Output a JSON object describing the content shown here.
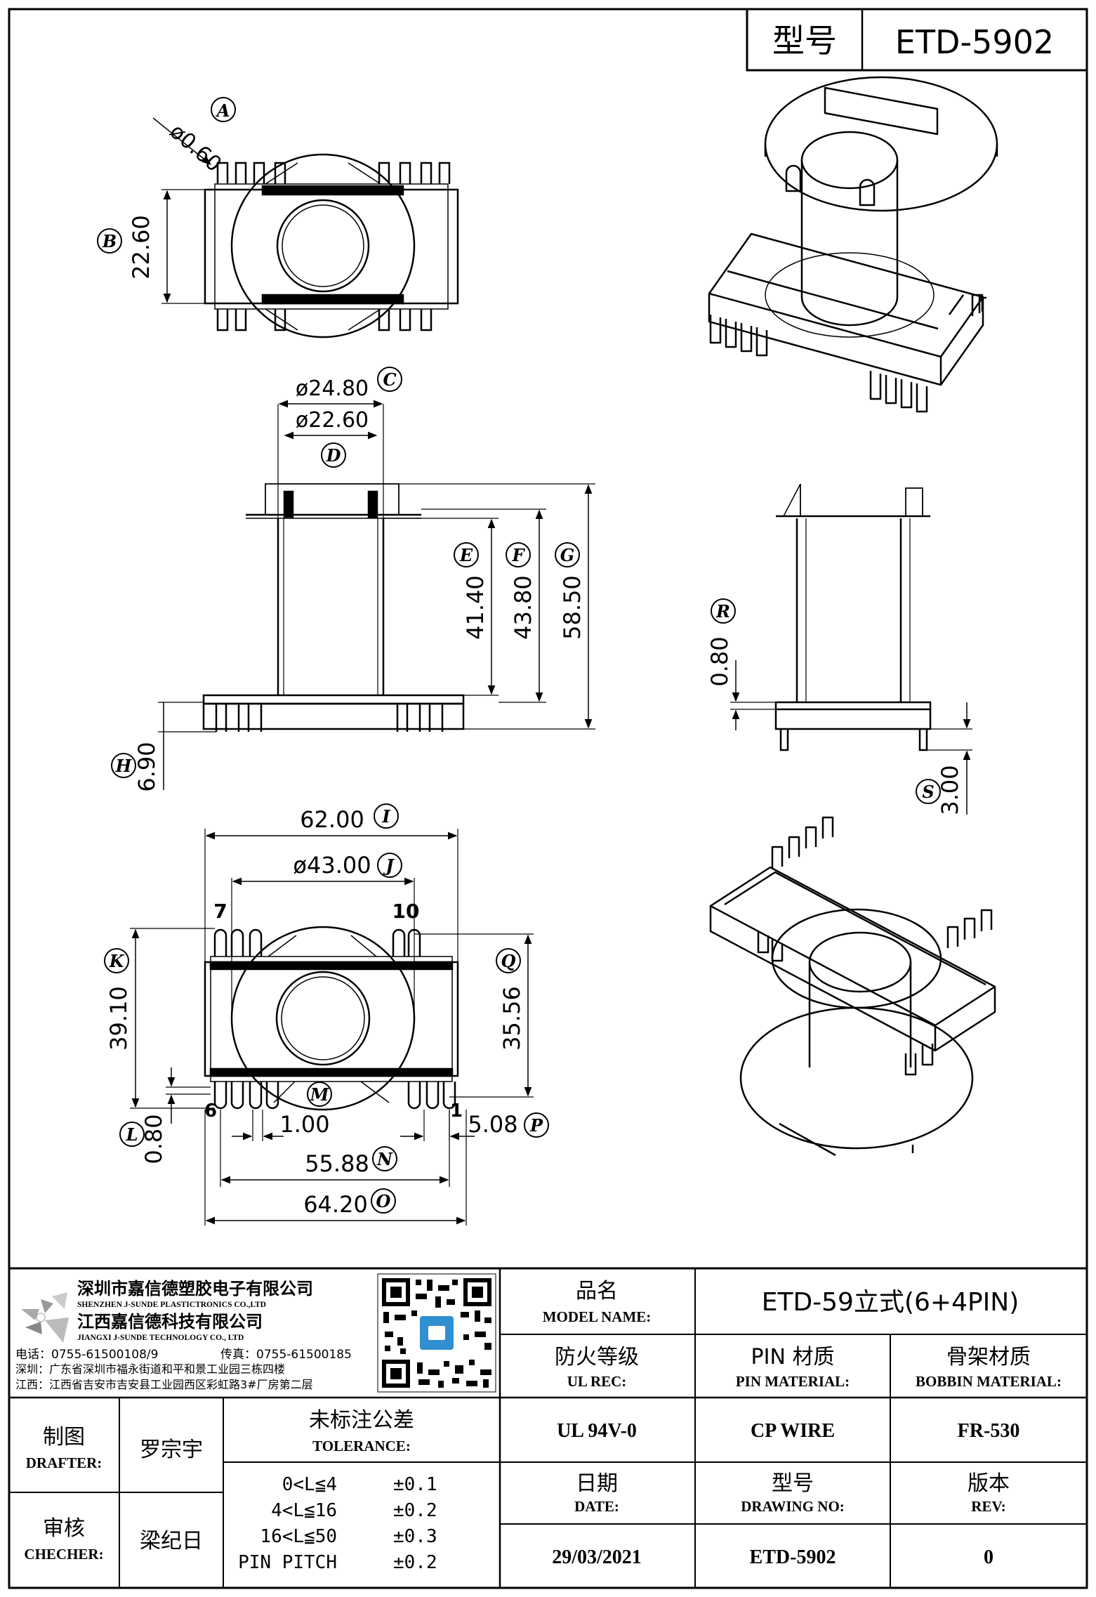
{
  "header": {
    "model_label": "型号",
    "model_value": "ETD-5902"
  },
  "dimensions": {
    "A": {
      "letter": "A",
      "value": "ø0.60"
    },
    "B": {
      "letter": "B",
      "value": "22.60"
    },
    "C": {
      "letter": "C",
      "value": "ø24.80"
    },
    "D": {
      "letter": "D",
      "value": "ø22.60"
    },
    "E": {
      "letter": "E",
      "value": "41.40"
    },
    "F": {
      "letter": "F",
      "value": "43.80"
    },
    "G": {
      "letter": "G",
      "value": "58.50"
    },
    "H": {
      "letter": "H",
      "value": "6.90"
    },
    "R": {
      "letter": "R",
      "value": "0.80"
    },
    "S": {
      "letter": "S",
      "value": "3.00"
    },
    "I": {
      "letter": "I",
      "value": "62.00"
    },
    "J": {
      "letter": "J",
      "value": "ø43.00"
    },
    "K": {
      "letter": "K",
      "value": "39.10"
    },
    "Q": {
      "letter": "Q",
      "value": "35.56"
    },
    "L": {
      "letter": "L",
      "value": "0.80"
    },
    "M": {
      "letter": "M",
      "value": "1.00"
    },
    "N": {
      "letter": "N",
      "value": "55.88"
    },
    "O": {
      "letter": "O",
      "value": "64.20"
    },
    "P": {
      "letter": "P",
      "value": "5.08"
    }
  },
  "pins": {
    "p7": "7",
    "p10": "10",
    "p6": "6",
    "p1": "1"
  },
  "company": {
    "name_sz": "深圳市嘉信德塑胶电子有限公司",
    "name_sz_en": "SHENZHEN J-SUNDE PLASTICTRONICS CO.,LTD",
    "name_jx": "江西嘉信德科技有限公司",
    "name_jx_en": "JIANGXI J-SUNDE TECHNOLOGY CO., LTD",
    "phone": "电话：0755-61500108/9",
    "fax": "传真：0755-61500185",
    "addr_sz": "深圳：广东省深圳市福永街道和平和景工业园三栋四楼",
    "addr_jx": "江西：江西省吉安市吉安县工业园西区彩虹路3#厂房第二层"
  },
  "title_block": {
    "product_name_cn": "品名",
    "product_name_en": "MODEL NAME:",
    "product_name_value": "ETD-59立式(6+4PIN)",
    "ul_cn": "防火等级",
    "ul_en": "UL REC:",
    "ul_value": "UL 94V-0",
    "pin_mat_cn": "PIN 材质",
    "pin_mat_en": "PIN MATERIAL:",
    "pin_mat_value": "CP WIRE",
    "bobbin_mat_cn": "骨架材质",
    "bobbin_mat_en": "BOBBIN MATERIAL:",
    "bobbin_mat_value": "FR-530",
    "drafter_cn": "制图",
    "drafter_en": "DRAFTER:",
    "drafter_value": "罗宗宇",
    "checker_cn": "审核",
    "checker_en": "CHECHER:",
    "checker_value": "梁纪日",
    "tolerance_cn": "未标注公差",
    "tolerance_en": "TOLERANCE:",
    "tolerance_rows": [
      {
        "range": "0<L≦4",
        "value": "±0.1"
      },
      {
        "range": "4<L≦16",
        "value": "±0.2"
      },
      {
        "range": "16<L≦50",
        "value": "±0.3"
      },
      {
        "range": "PIN PITCH",
        "value": "±0.2"
      }
    ],
    "date_cn": "日期",
    "date_en": "DATE:",
    "date_value": "29/03/2021",
    "drawing_no_cn": "型号",
    "drawing_no_en": "DRAWING NO:",
    "drawing_no_value": "ETD-5902",
    "rev_cn": "版本",
    "rev_en": "REV:",
    "rev_value": "0"
  }
}
